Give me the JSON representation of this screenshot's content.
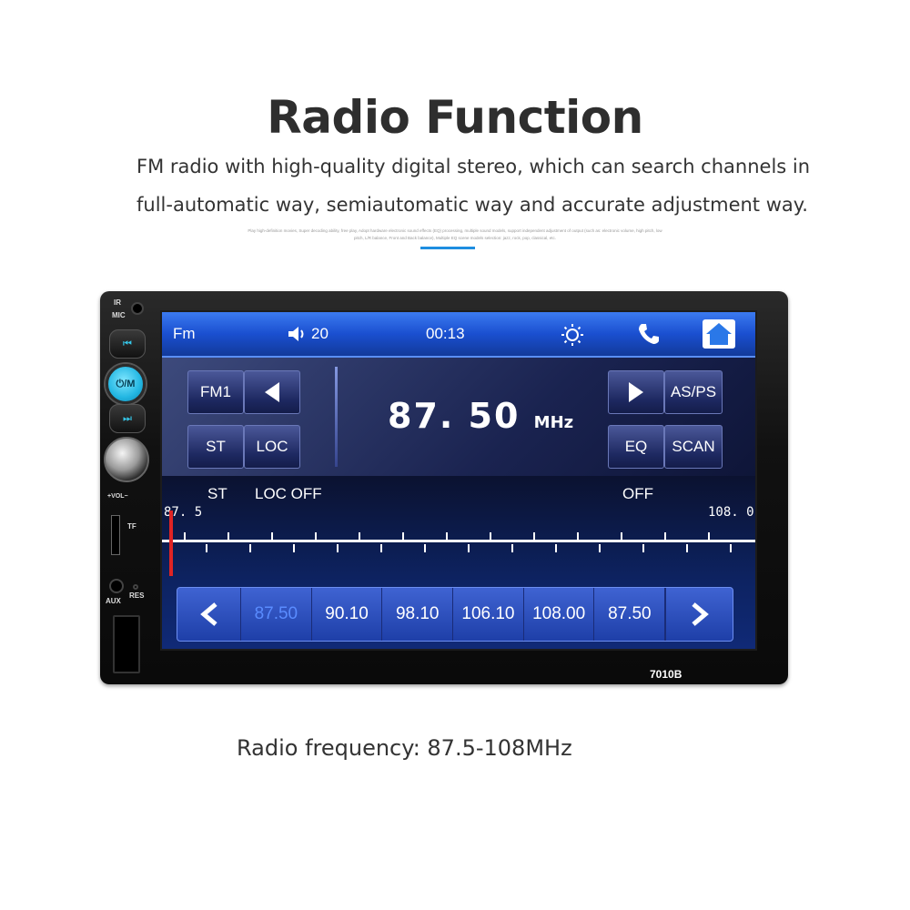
{
  "heading": {
    "title": "Radio Function",
    "subtitle": "FM radio with high-quality digital stereo, which can search channels in full-automatic way, semiautomatic way and accurate adjustment way.",
    "fine_print": "Play high-definition movies, Super decoding ability, free play, Adopt hardware electronic sound effects (EQ) processing, multiple sound models, support independent adjustment of output (such as: electronic volume, high pitch, low pitch, L/R balance, Front and Back balance), Multiple EQ scene models selection: jazz, rock, pop, classical, etc."
  },
  "device": {
    "labels": {
      "ir": "IR",
      "mic": "MIC",
      "power": "⏻/M",
      "vol": "+VOL−",
      "tf": "TF",
      "aux": "AUX",
      "res": "RES"
    },
    "model": "7010B"
  },
  "screen": {
    "status": {
      "mode": "Fm",
      "volume": "20",
      "time": "00:13"
    },
    "buttons": {
      "band": "FM1",
      "stereo": "ST",
      "local": "LOC",
      "as_ps": "AS/PS",
      "eq": "EQ",
      "scan": "SCAN"
    },
    "frequency": {
      "value": "87. 50",
      "unit": "MHz"
    },
    "info": {
      "st": "ST",
      "loc": "LOC OFF",
      "off": "OFF"
    },
    "scale": {
      "min": "87. 5",
      "max": "108. 0"
    },
    "presets": [
      "87.50",
      "90.10",
      "98.10",
      "106.10",
      "108.00",
      "87.50"
    ],
    "active_preset": 0
  },
  "caption": "Radio frequency: 87.5-108MHz",
  "colors": {
    "accent": "#1e8ee0",
    "status_bar": "#1a4fd0",
    "marker": "#e02424",
    "active_preset": "#5a8cff"
  }
}
